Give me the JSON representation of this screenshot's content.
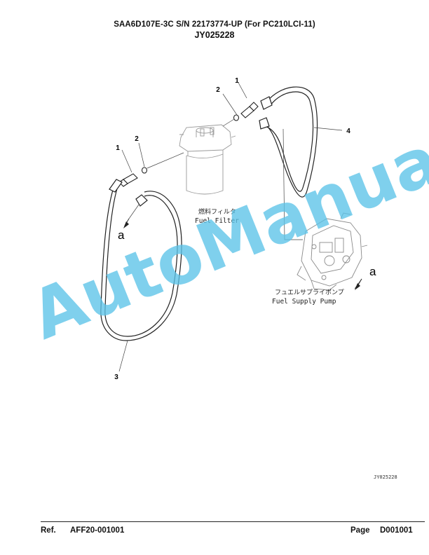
{
  "header": {
    "model_line": "SAA6D107E-3C S/N 22173774-UP (For PC210LCI-11)",
    "figure_code": "JY025228"
  },
  "diagram": {
    "callouts": [
      "1",
      "2",
      "2",
      "1",
      "3",
      "4"
    ],
    "view_marker": "a",
    "fuel_filter_jp": "燃料フィルタ",
    "fuel_filter_en": "Fuel Filter",
    "fuel_pump_jp": "フュエルサプライポンプ",
    "fuel_pump_en": "Fuel Supply Pump",
    "figure_id_small": "JY025228"
  },
  "watermark": {
    "text": "AutoManual",
    "color": "#5bc3e8"
  },
  "footer": {
    "ref_label": "Ref.",
    "ref_value": "AFF20-001001",
    "page_label": "Page",
    "page_value": "D001001"
  }
}
